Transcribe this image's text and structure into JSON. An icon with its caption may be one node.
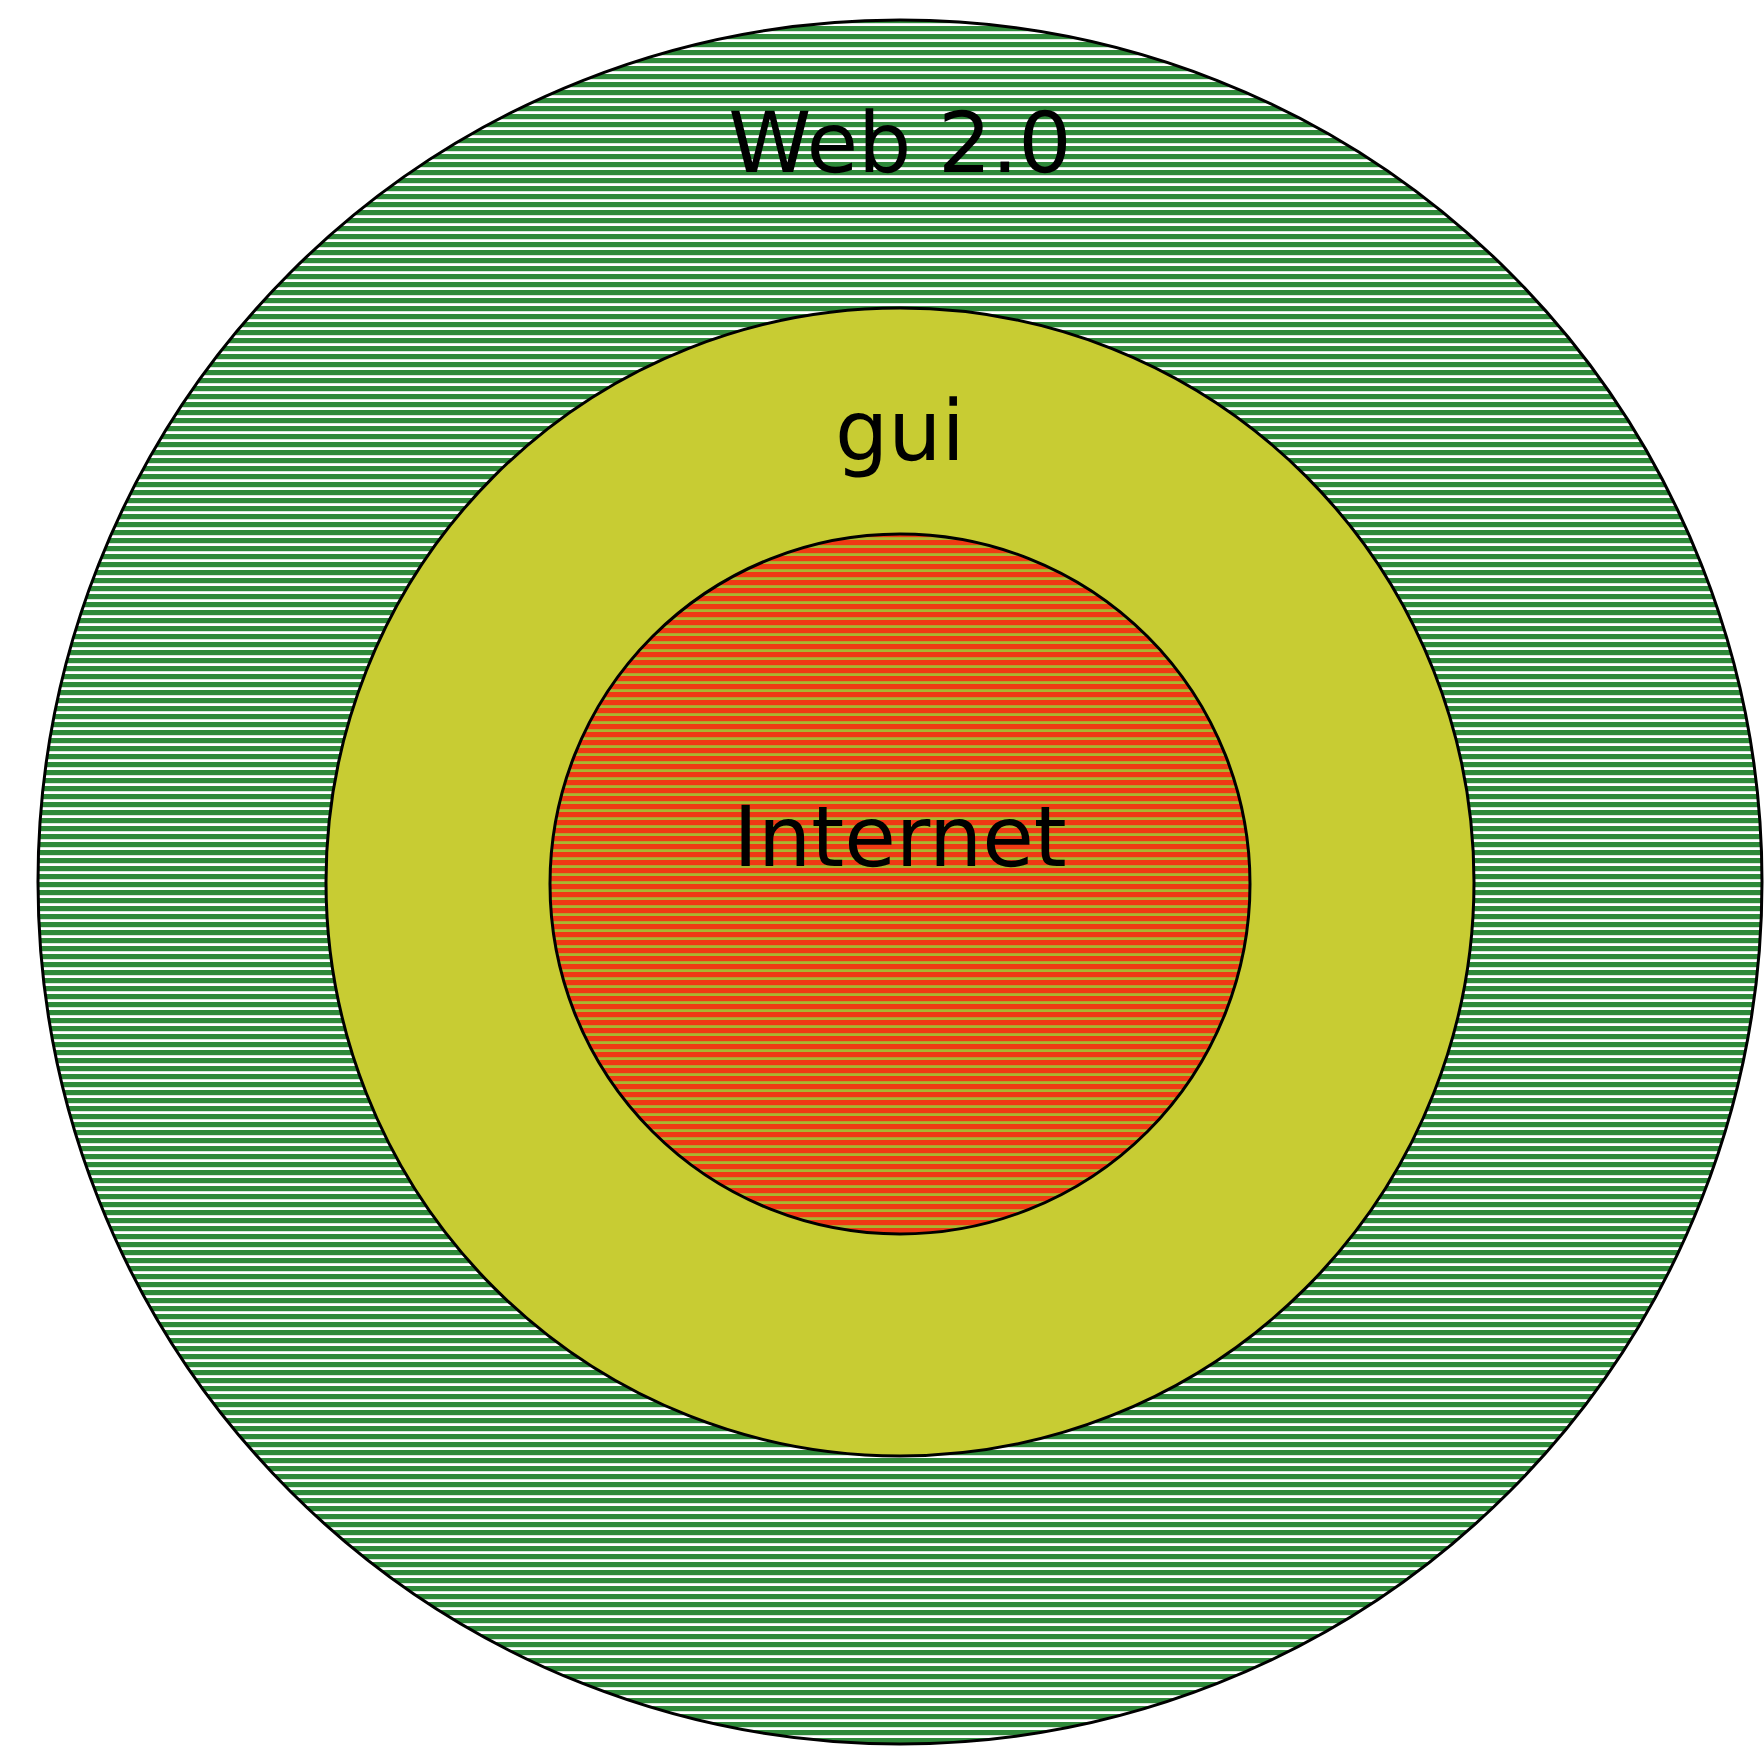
{
  "diagram": {
    "nodes": [
      {
        "text": [
          "Web 2.0"
        ]
      },
      {
        "text": [
          "gui"
        ],
        "in": 0
      },
      {
        "text": [
          "Internet"
        ],
        "in": 1
      }
    ]
  }
}
